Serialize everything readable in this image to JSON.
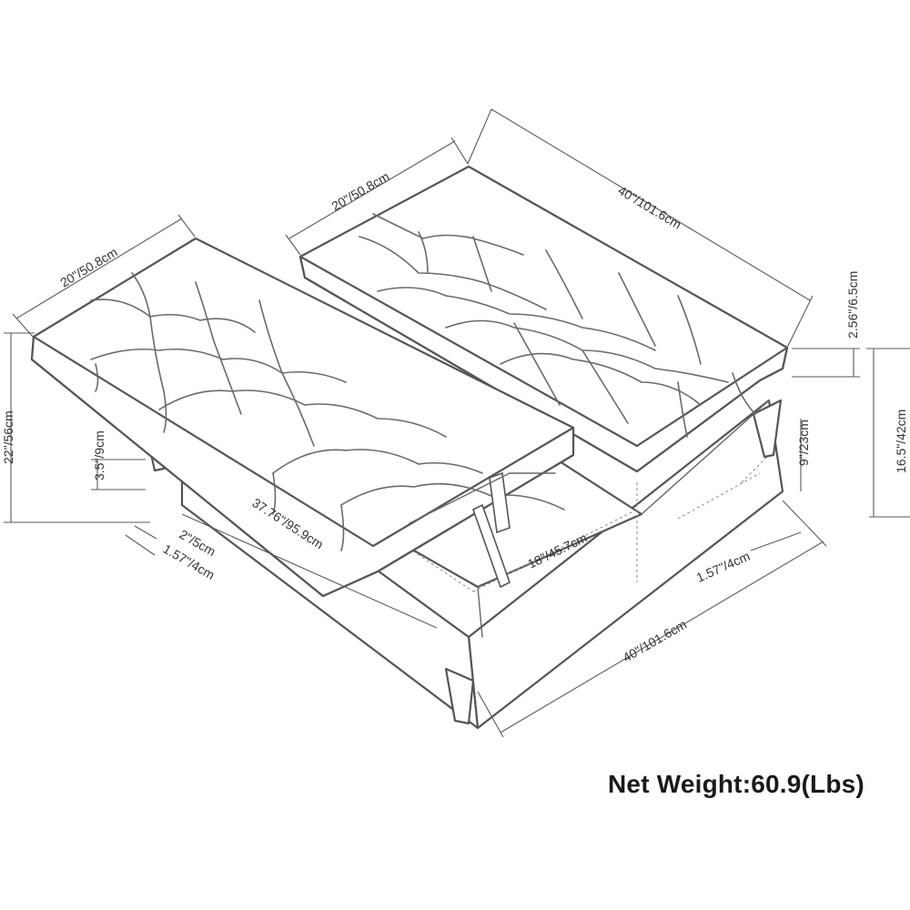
{
  "dimensions": {
    "left_lid_width": "20\"/50.8cm",
    "right_lid_width": "20\"/50.8cm",
    "top_length": "40\"/101.6cm",
    "cushion_thickness": "2.56\"/6.5cm",
    "seat_height": "16.5\"/42cm",
    "total_height_open": "22\"/56cm",
    "lift_height": "3.5\"/9cm",
    "storage_depth": "9\"/23cm",
    "inner_width": "18\"/45.7cm",
    "inner_length": "37.76\"/95.9cm",
    "leg_inset": "2\"/5cm",
    "leg_size_left": "1.57\"/4cm",
    "leg_size_right": "1.57\"/4cm",
    "base_length": "40\"/101.6cm"
  },
  "net_weight_label": "Net Weight:60.9(Lbs)"
}
